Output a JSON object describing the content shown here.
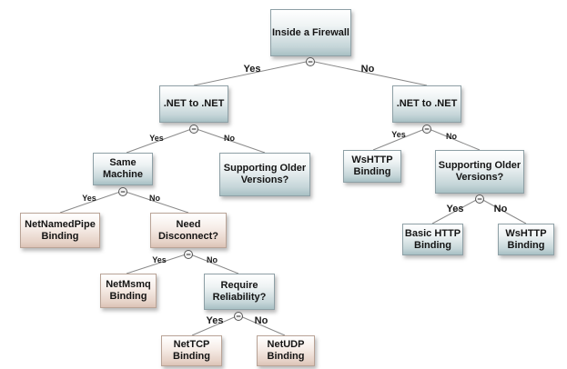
{
  "nodes": {
    "root": "Inside a Firewall",
    "net_to_net_left": ".NET to .NET",
    "net_to_net_right": ".NET to .NET",
    "same_machine": "Same\nMachine",
    "supporting_older_left": "Supporting Older\nVersions?",
    "wshttp_binding_top": "WsHTTP\nBinding",
    "supporting_older_right": "Supporting Older\nVersions?",
    "netnamedpipe_binding": "NetNamedPipe\nBinding",
    "need_disconnect": "Need\nDisconnect?",
    "basic_http_binding": "Basic HTTP\nBinding",
    "wshttp_binding_bottom": "WsHTTP\nBinding",
    "netmsmq_binding": "NetMsmq\nBinding",
    "require_reliability": "Require\nReliability?",
    "nettcp_binding": "NetTCP\nBinding",
    "netudp_binding": "NetUDP\nBinding"
  },
  "edge_labels": {
    "yes": "Yes",
    "no": "No"
  },
  "collapse_icon_glyph": "−",
  "colors": {
    "decision_fill": "#c6d6d9",
    "leaf_fill": "#e6d2c7",
    "connector": "#8a8a8a"
  }
}
